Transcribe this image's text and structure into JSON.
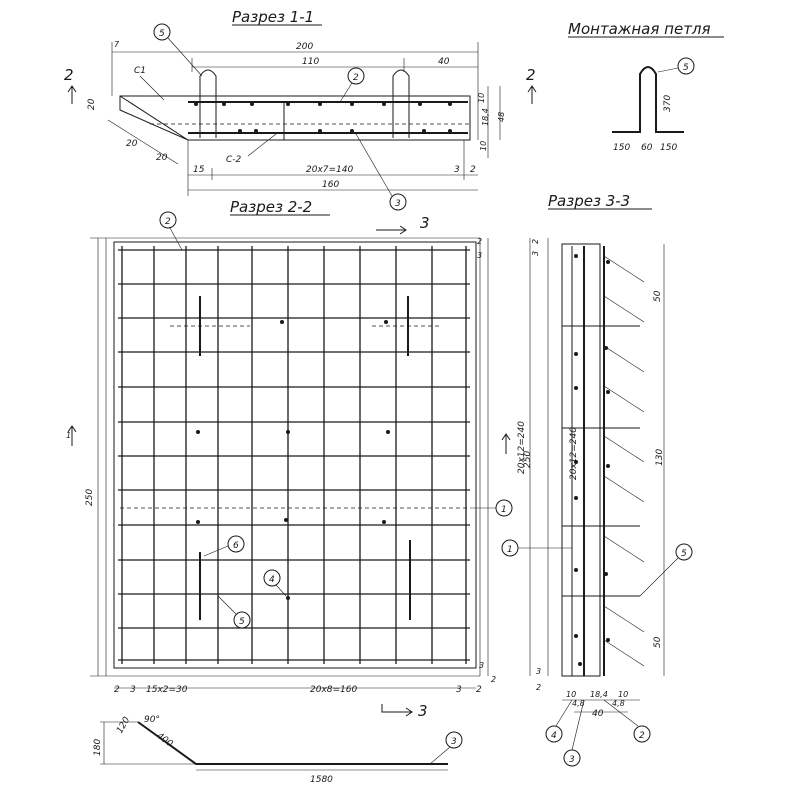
{
  "titles": {
    "s11": "Разрез 1-1",
    "s22": "Разрез 2-2",
    "s33": "Разрез 3-3",
    "loop": "Монтажная петля"
  },
  "s11": {
    "d200": "200",
    "d110": "110",
    "d40": "40",
    "d15": "15",
    "d20x7": "20х7=140",
    "d160": "160",
    "d3": "3",
    "d2": "2",
    "d20": "20",
    "d20a": "20",
    "d20b": "20",
    "c1": "С1",
    "c2": "С-2",
    "d10a": "10",
    "d184": "18,4",
    "d10b": "10",
    "d48": "48",
    "d7": "7",
    "cut_a": "2",
    "cut_b": "2"
  },
  "loop": {
    "d150a": "150",
    "d60": "60",
    "d150b": "150",
    "d370": "370"
  },
  "s22": {
    "d250": "250",
    "d20x12": "20х12=240",
    "d2a": "2",
    "d3a": "3",
    "d15x2": "15х2=30",
    "d20x8": "20х8=160",
    "d3b": "3",
    "d2b": "2",
    "d2c": "2",
    "d3c": "3",
    "d3d": "3",
    "d2d": "2",
    "cut3": "3",
    "cut3b": "3",
    "arrow1": "1"
  },
  "s33": {
    "d250": "250",
    "d20x12": "20х12=240",
    "d50a": "50",
    "d130": "130",
    "d50b": "50",
    "d10a": "10",
    "d184": "18,4",
    "d10b": "10",
    "d48a": "4,8",
    "d40": "40",
    "d48b": "4,8",
    "d3": "3",
    "d2": "2",
    "d2t": "2",
    "d3t": "3"
  },
  "bar3": {
    "d120": "120",
    "d90": "90°",
    "d400": "400",
    "d180": "180",
    "d1580": "1580"
  },
  "markers": {
    "m1": "1",
    "m2": "2",
    "m3": "3",
    "m4": "4",
    "m5": "5",
    "m6": "6"
  }
}
